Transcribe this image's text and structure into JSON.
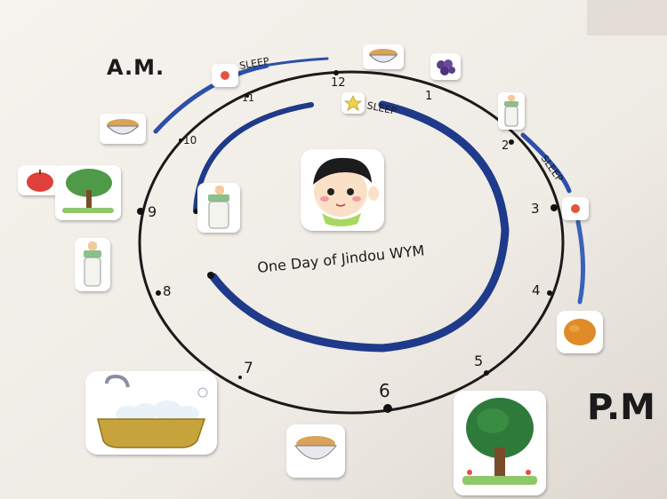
{
  "title": "One Day of Jindou WYM",
  "am_label": "A.M.",
  "pm_label": "P.M",
  "sleep_labels": [
    "SLEEP",
    "SLEEP",
    "SLEEP"
  ],
  "clock_numbers": [
    "12",
    "1",
    "2",
    "3",
    "4",
    "5",
    "6",
    "7",
    "8",
    "9",
    "10",
    "11"
  ],
  "colors": {
    "paper": "#f3efe9",
    "ink": "#1a1a1a",
    "arc_blue": "#1f3a8a",
    "arc_blue_light": "#3a62b8"
  },
  "stickers": [
    "noodles-bowl-icon",
    "grapes-icon",
    "baby-bottle-icon",
    "sun-icon",
    "star-icon",
    "apple-icon",
    "tree-icon",
    "bathtub-icon",
    "mango-icon",
    "baby-face-icon"
  ]
}
